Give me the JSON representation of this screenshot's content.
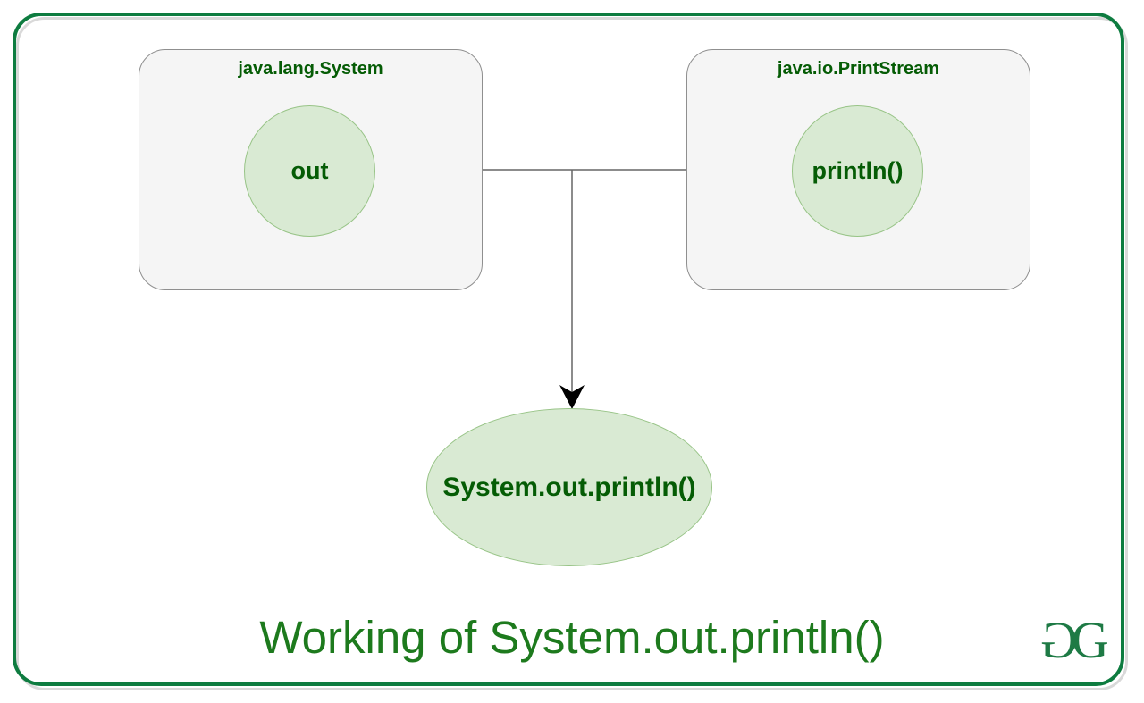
{
  "diagram": {
    "title": "Working of System.out.println()",
    "boxes": [
      {
        "label": "java.lang.System",
        "member": "out"
      },
      {
        "label": "java.io.PrintStream",
        "member": "println()"
      }
    ],
    "result_node": "System.out.println()",
    "logo": {
      "name": "geeksforgeeks-logo",
      "glyph_left": "G",
      "glyph_right": "G"
    },
    "colors": {
      "frame_border_green": "#0e7c40",
      "frame_shadow_gray": "#d9d9d9",
      "box_fill": "#f5f5f5",
      "box_border": "#8f8f8f",
      "node_fill": "#d9ead3",
      "node_border": "#98c487",
      "label_green": "#055c05",
      "title_green": "#1d7a1d",
      "logo_green": "#1e7a45",
      "connector_gray": "#666666",
      "arrowhead_black": "#000000"
    }
  }
}
